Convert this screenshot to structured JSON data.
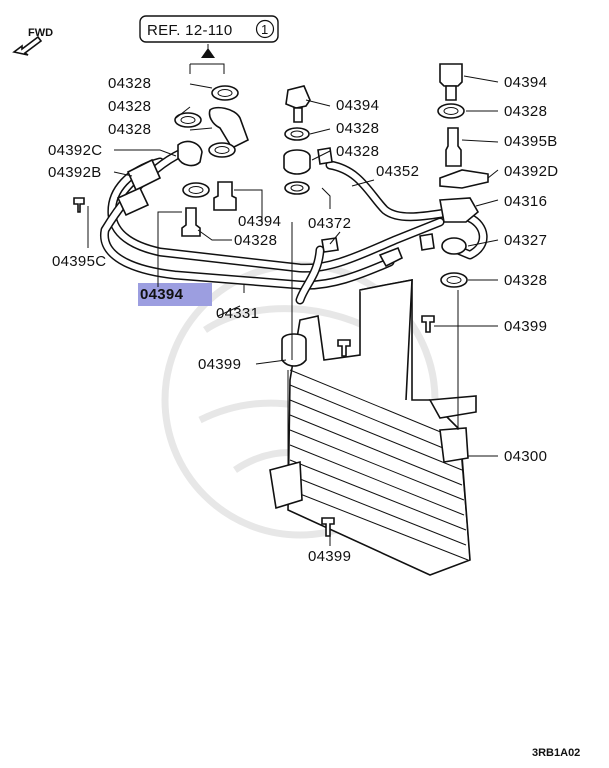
{
  "fwd_label": "FWD",
  "ref_label": "REF. 12-110",
  "ref_circle": "1",
  "diagram_code": "3RB1A02",
  "highlight_color": "#9c9ee0",
  "labels": {
    "l04328_a": "04328",
    "l04328_b": "04328",
    "l04328_c": "04328",
    "l04392c": "04392C",
    "l04392b": "04392B",
    "l04395c": "04395C",
    "l04394_hl": "04394",
    "l04394_mid": "04394",
    "l04328_mid1": "04328",
    "l04328_mid2": "04328",
    "l04394_left": "04394",
    "l04328_left": "04328",
    "l04372": "04372",
    "l04352": "04352",
    "l04331": "04331",
    "l04399_left": "04399",
    "l04399_bottom": "04399",
    "l04394_right": "04394",
    "l04328_right": "04328",
    "l04395b": "04395B",
    "l04392d": "04392D",
    "l04316": "04316",
    "l04327": "04327",
    "l04328_right2": "04328",
    "l04399_right": "04399",
    "l04300": "04300"
  }
}
